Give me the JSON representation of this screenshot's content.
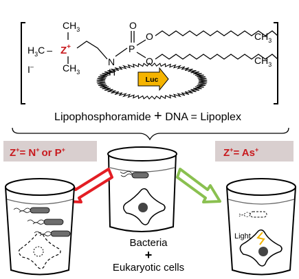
{
  "structure": {
    "sub_a": "3",
    "sub_b": "3",
    "carbon": "C",
    "hydrogen_group": "H",
    "ch_group": "CH",
    "zplus": "Z",
    "charge": "+",
    "minus": "–",
    "nitrogen": "N",
    "nh_h": "H",
    "phosphorus": "P",
    "oxygen": "O",
    "iodide": "I",
    "iodide_charge": "–"
  },
  "plasmid": {
    "gene_label": "Luc"
  },
  "caption": {
    "lipid": "Lipophosphoramide",
    "plus": "+",
    "dna": "DNA",
    "equals": "=",
    "product": "Lipoplex"
  },
  "left_condition": {
    "z": "Z",
    "charge": "+",
    "eq": "= N",
    "or": "or P"
  },
  "right_condition": {
    "z": "Z",
    "charge": "+",
    "eq": "= As"
  },
  "center_label": {
    "line1": "Bacteria",
    "plus": "+",
    "line2": "Eukaryotic cells"
  },
  "light_label": "Light",
  "colors": {
    "condition_box": "#d9cfcf",
    "condition_text": "#c8191d",
    "left_arrow": "#e31e24",
    "right_arrow": "#8ac050",
    "luc_box": "#f5b400",
    "light": "#f2b400",
    "bacteria": "#6e6e6e"
  }
}
